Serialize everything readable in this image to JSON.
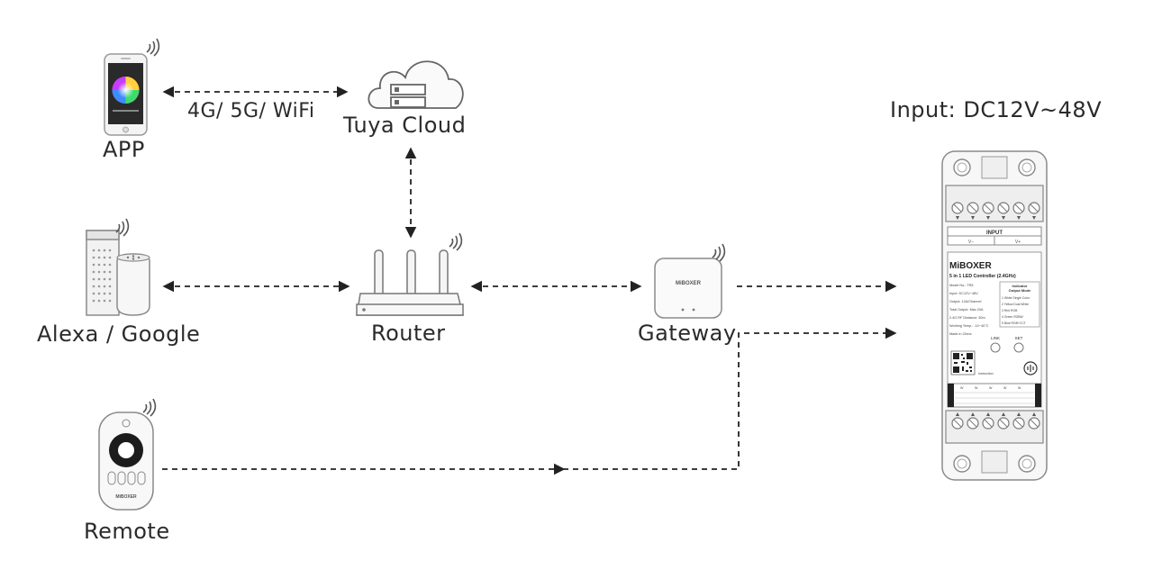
{
  "nodes": {
    "app": "APP",
    "cloud": "Tuya Cloud",
    "link_app_cloud": "4G/ 5G/ WiFi",
    "voice": "Alexa / Google",
    "router": "Router",
    "gateway": "Gateway",
    "remote": "Remote",
    "input": "Input: DC12V~48V"
  },
  "controller": {
    "brand": "MiBOXER",
    "model_title": "5 in 1 LED Controller (2.4GHz)",
    "input_header": "INPUT",
    "terminal_neg": "V−",
    "terminal_pos": "V+",
    "specs": [
      "Model No.: TR5",
      "Input: DC12V~48V",
      "Output: 12A/Channel",
      "Total Output: Max 20A",
      "2.4G RF Distance: 30m",
      "Working Temp.: -10~40°C",
      "Made in China"
    ],
    "mode_header_1": "Indicator",
    "mode_header_2": "Output Mode",
    "modes": [
      "1 White  Single Color",
      "2 Yellow Dual White",
      "3 Red    RGB",
      "4 Green  RGBW",
      "5 Blue   RGB+CCT"
    ],
    "link_label": "LINK",
    "set_label": "SET",
    "instruction": "Instruction",
    "out_labels": [
      "W",
      "W",
      "W",
      "W",
      "W"
    ],
    "gateway_brand": "MiBOXER",
    "remote_brand": "MiBOXER"
  }
}
